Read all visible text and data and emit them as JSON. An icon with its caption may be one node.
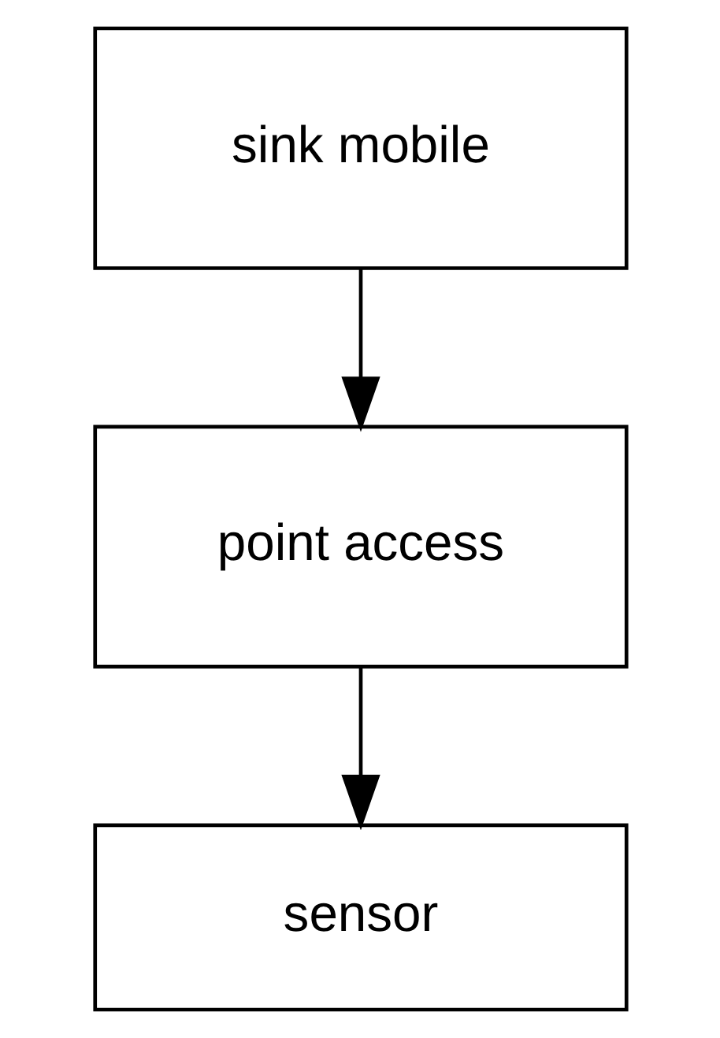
{
  "diagram": {
    "nodes": [
      {
        "text": [
          "sink mobile"
        ]
      },
      {
        "text": [
          "point access"
        ]
      },
      {
        "text": [
          "sensor"
        ]
      }
    ],
    "edges": [
      {
        "from": 0,
        "to": 1,
        "arrow": "to"
      },
      {
        "from": 1,
        "to": 2,
        "arrow": "to"
      }
    ]
  }
}
